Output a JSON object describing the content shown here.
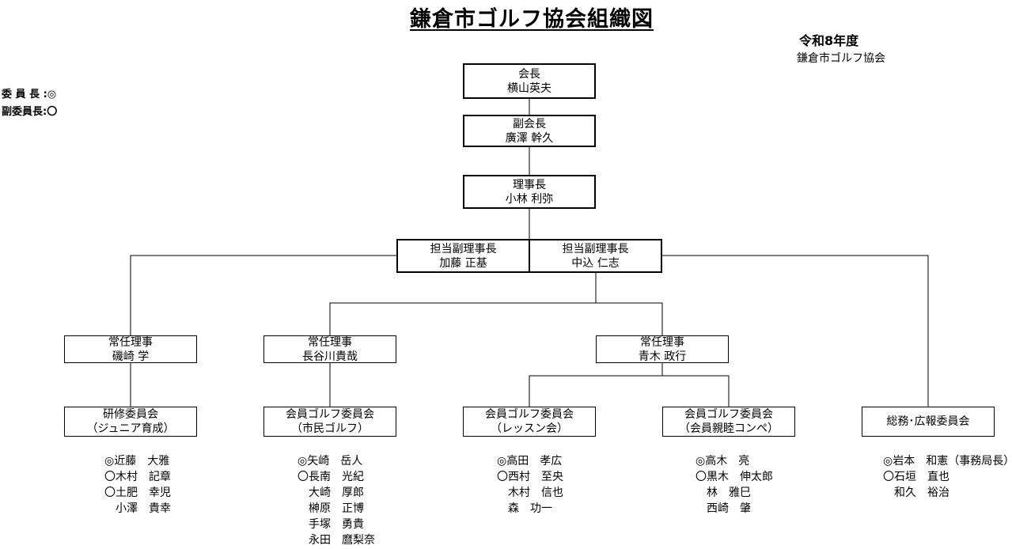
{
  "title": "鎌倉市ゴルフ協会組織図",
  "year": "令和8年度",
  "org_name": "鎌倉市ゴルフ協会",
  "legend": {
    "chair": "委 員 長 :◎",
    "vice_chair": "副委員長:〇"
  },
  "president": {
    "role": "会長",
    "name": "横山英夫"
  },
  "vice_president": {
    "role": "副会長",
    "name": "廣澤 幹久"
  },
  "chairman": {
    "role": "理事長",
    "name": "小林 利弥"
  },
  "deputy_left": {
    "role": "担当副理事長",
    "name": "加藤 正基"
  },
  "deputy_right": {
    "role": "担当副理事長",
    "name": "中込 仁志"
  },
  "directors": [
    {
      "role": "常任理事",
      "name": "磯崎 学"
    },
    {
      "role": "常任理事",
      "name": "長谷川貴哉"
    },
    {
      "role": "常任理事",
      "name": "青木 政行"
    }
  ],
  "committees": [
    {
      "line1": "研修委員会",
      "line2": "（ジュニア育成）",
      "members": [
        "◎近藤　大雅",
        "〇木村　記章",
        "〇土肥　幸児",
        "　小澤　貴幸"
      ]
    },
    {
      "line1": "会員ゴルフ委員会",
      "line2": "（市民ゴルフ）",
      "members": [
        "◎矢崎　岳人",
        "〇長南　光紀",
        "　大崎　厚郎",
        "　榊原　正博",
        "　手塚　勇貴",
        "　永田　麿梨奈"
      ]
    },
    {
      "line1": "会員ゴルフ委員会",
      "line2": "（レッスン会）",
      "members": [
        "◎高田　孝広",
        "〇西村　至央",
        "　木村　信也",
        "　森　功一"
      ]
    },
    {
      "line1": "会員ゴルフ委員会",
      "line2": "（会員親睦コンペ）",
      "members": [
        "◎高木　亮",
        "〇黒木　伸太郎",
        "　林　雅巳",
        "　西崎　肇"
      ]
    },
    {
      "line1": "総務･広報委員会",
      "line2": "",
      "members": [
        "◎岩本　和憲（事務局長）",
        "〇石垣　直也",
        "　和久　裕治"
      ]
    }
  ]
}
